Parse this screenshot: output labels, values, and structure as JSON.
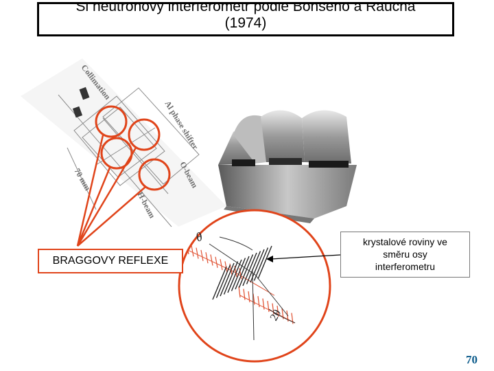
{
  "title": {
    "line1": "Si neutronový interferometr podle Bonseho a Raucha",
    "line2": "(1974)"
  },
  "bragg_label": "BRAGGOVY REFLEXE",
  "crystal_note": {
    "line1": "krystalové roviny ve",
    "line2": "směru osy",
    "line3": "interferometru"
  },
  "diagram_labels": {
    "collimation": "Collimation",
    "phase_shifter": "Al phase shifter",
    "o_beam": "O-beam",
    "h_beam": "H-beam",
    "distance": "70 mm"
  },
  "angle_labels": {
    "theta": "θ",
    "two_theta": "2θ"
  },
  "page_number": "70",
  "colors": {
    "accent": "#e0441a",
    "page_number": "#0a5a8a"
  }
}
